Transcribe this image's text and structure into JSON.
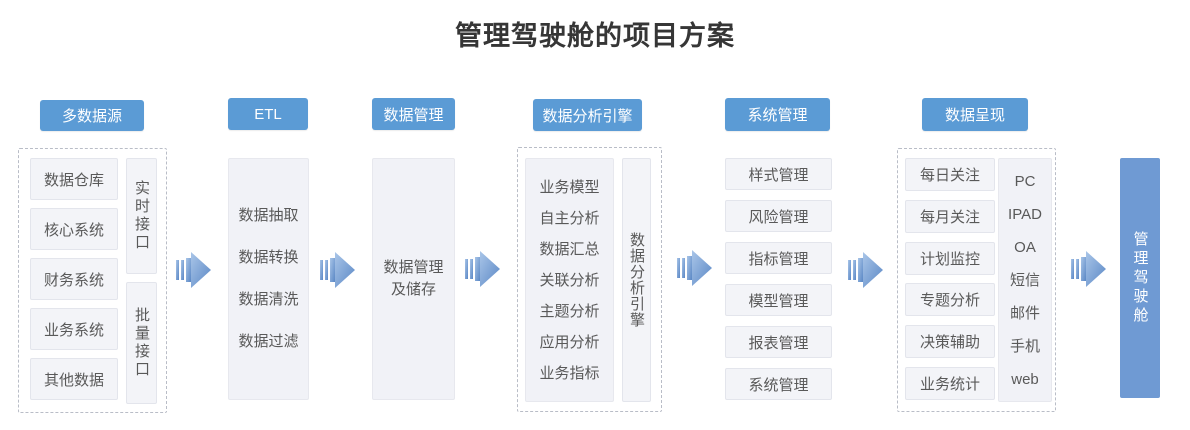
{
  "title": "管理驾驶舱的项目方案",
  "colors": {
    "accent": "#5b9bd5",
    "arrow_gradient_light": "#a9c5e8",
    "arrow_gradient_dark": "#5a87c5",
    "panel_bg": "#f3f4f8",
    "panel_border": "#e3e5ec",
    "dash_border": "#b9bdc7",
    "text": "#595959",
    "title_color": "#363636",
    "cockpit_bg": "#6f9ad3"
  },
  "columns": {
    "sources": {
      "header": "多数据源",
      "items": [
        "数据仓库",
        "核心系统",
        "财务系统",
        "业务系统",
        "其他数据"
      ],
      "side_items": [
        "实时接口",
        "批量接口"
      ]
    },
    "etl": {
      "header": "ETL",
      "lines": [
        "数据抽取",
        "数据转换",
        "数据清洗",
        "数据过滤"
      ]
    },
    "data_management": {
      "header": "数据管理",
      "lines": [
        "数据管理",
        "及储存"
      ]
    },
    "analysis_engine": {
      "header": "数据分析引擎",
      "lines": [
        "业务模型",
        "自主分析",
        "数据汇总",
        "关联分析",
        "主题分析",
        "应用分析",
        "业务指标"
      ],
      "side_vertical": "数据分析引擎"
    },
    "system_management": {
      "header": "系统管理",
      "items": [
        "样式管理",
        "风险管理",
        "指标管理",
        "模型管理",
        "报表管理",
        "系统管理"
      ]
    },
    "presentation": {
      "header": "数据呈现",
      "items": [
        "每日关注",
        "每月关注",
        "计划监控",
        "专题分析",
        "决策辅助",
        "业务统计"
      ],
      "channels": [
        "PC",
        "IPAD",
        "OA",
        "短信",
        "邮件",
        "手机",
        "web"
      ]
    },
    "cockpit": {
      "label": "管理驾驶舱"
    }
  },
  "icons": {
    "flow_arrow": "right-flow-arrow"
  }
}
